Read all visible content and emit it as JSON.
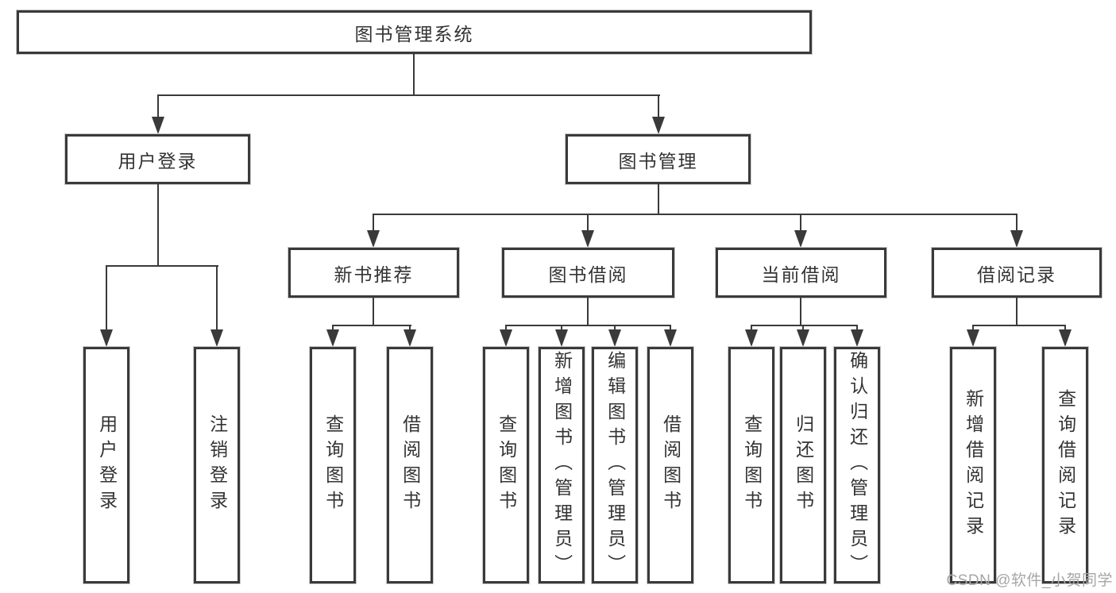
{
  "tree": {
    "root": {
      "label": "图书管理系统"
    },
    "branches": [
      {
        "label": "用户登录",
        "children": [
          {
            "label": "用户登录"
          },
          {
            "label": "注销登录"
          }
        ]
      },
      {
        "label": "图书管理",
        "children": [
          {
            "label": "新书推荐",
            "children": [
              {
                "label": "查询图书"
              },
              {
                "label": "借阅图书"
              }
            ]
          },
          {
            "label": "图书借阅",
            "children": [
              {
                "label": "查询图书"
              },
              {
                "label": "新增图书（管理员）"
              },
              {
                "label": "编辑图书（管理员）"
              },
              {
                "label": "借阅图书"
              }
            ]
          },
          {
            "label": "当前借阅",
            "children": [
              {
                "label": "查询图书"
              },
              {
                "label": "归还图书"
              },
              {
                "label": "确认归还（管理员）"
              }
            ]
          },
          {
            "label": "借阅记录",
            "children": [
              {
                "label": "新增借阅记录"
              },
              {
                "label": "查询借阅记录"
              }
            ]
          }
        ]
      }
    ]
  },
  "watermark": {
    "text": "CSDN @软件_小贺同学",
    "color": "#a6a6a6"
  },
  "colors": {
    "line": "#3a3a3a",
    "box_border": "#3a3a3a",
    "box_fill": "#ffffff",
    "text": "#333333",
    "background": "#ffffff"
  }
}
